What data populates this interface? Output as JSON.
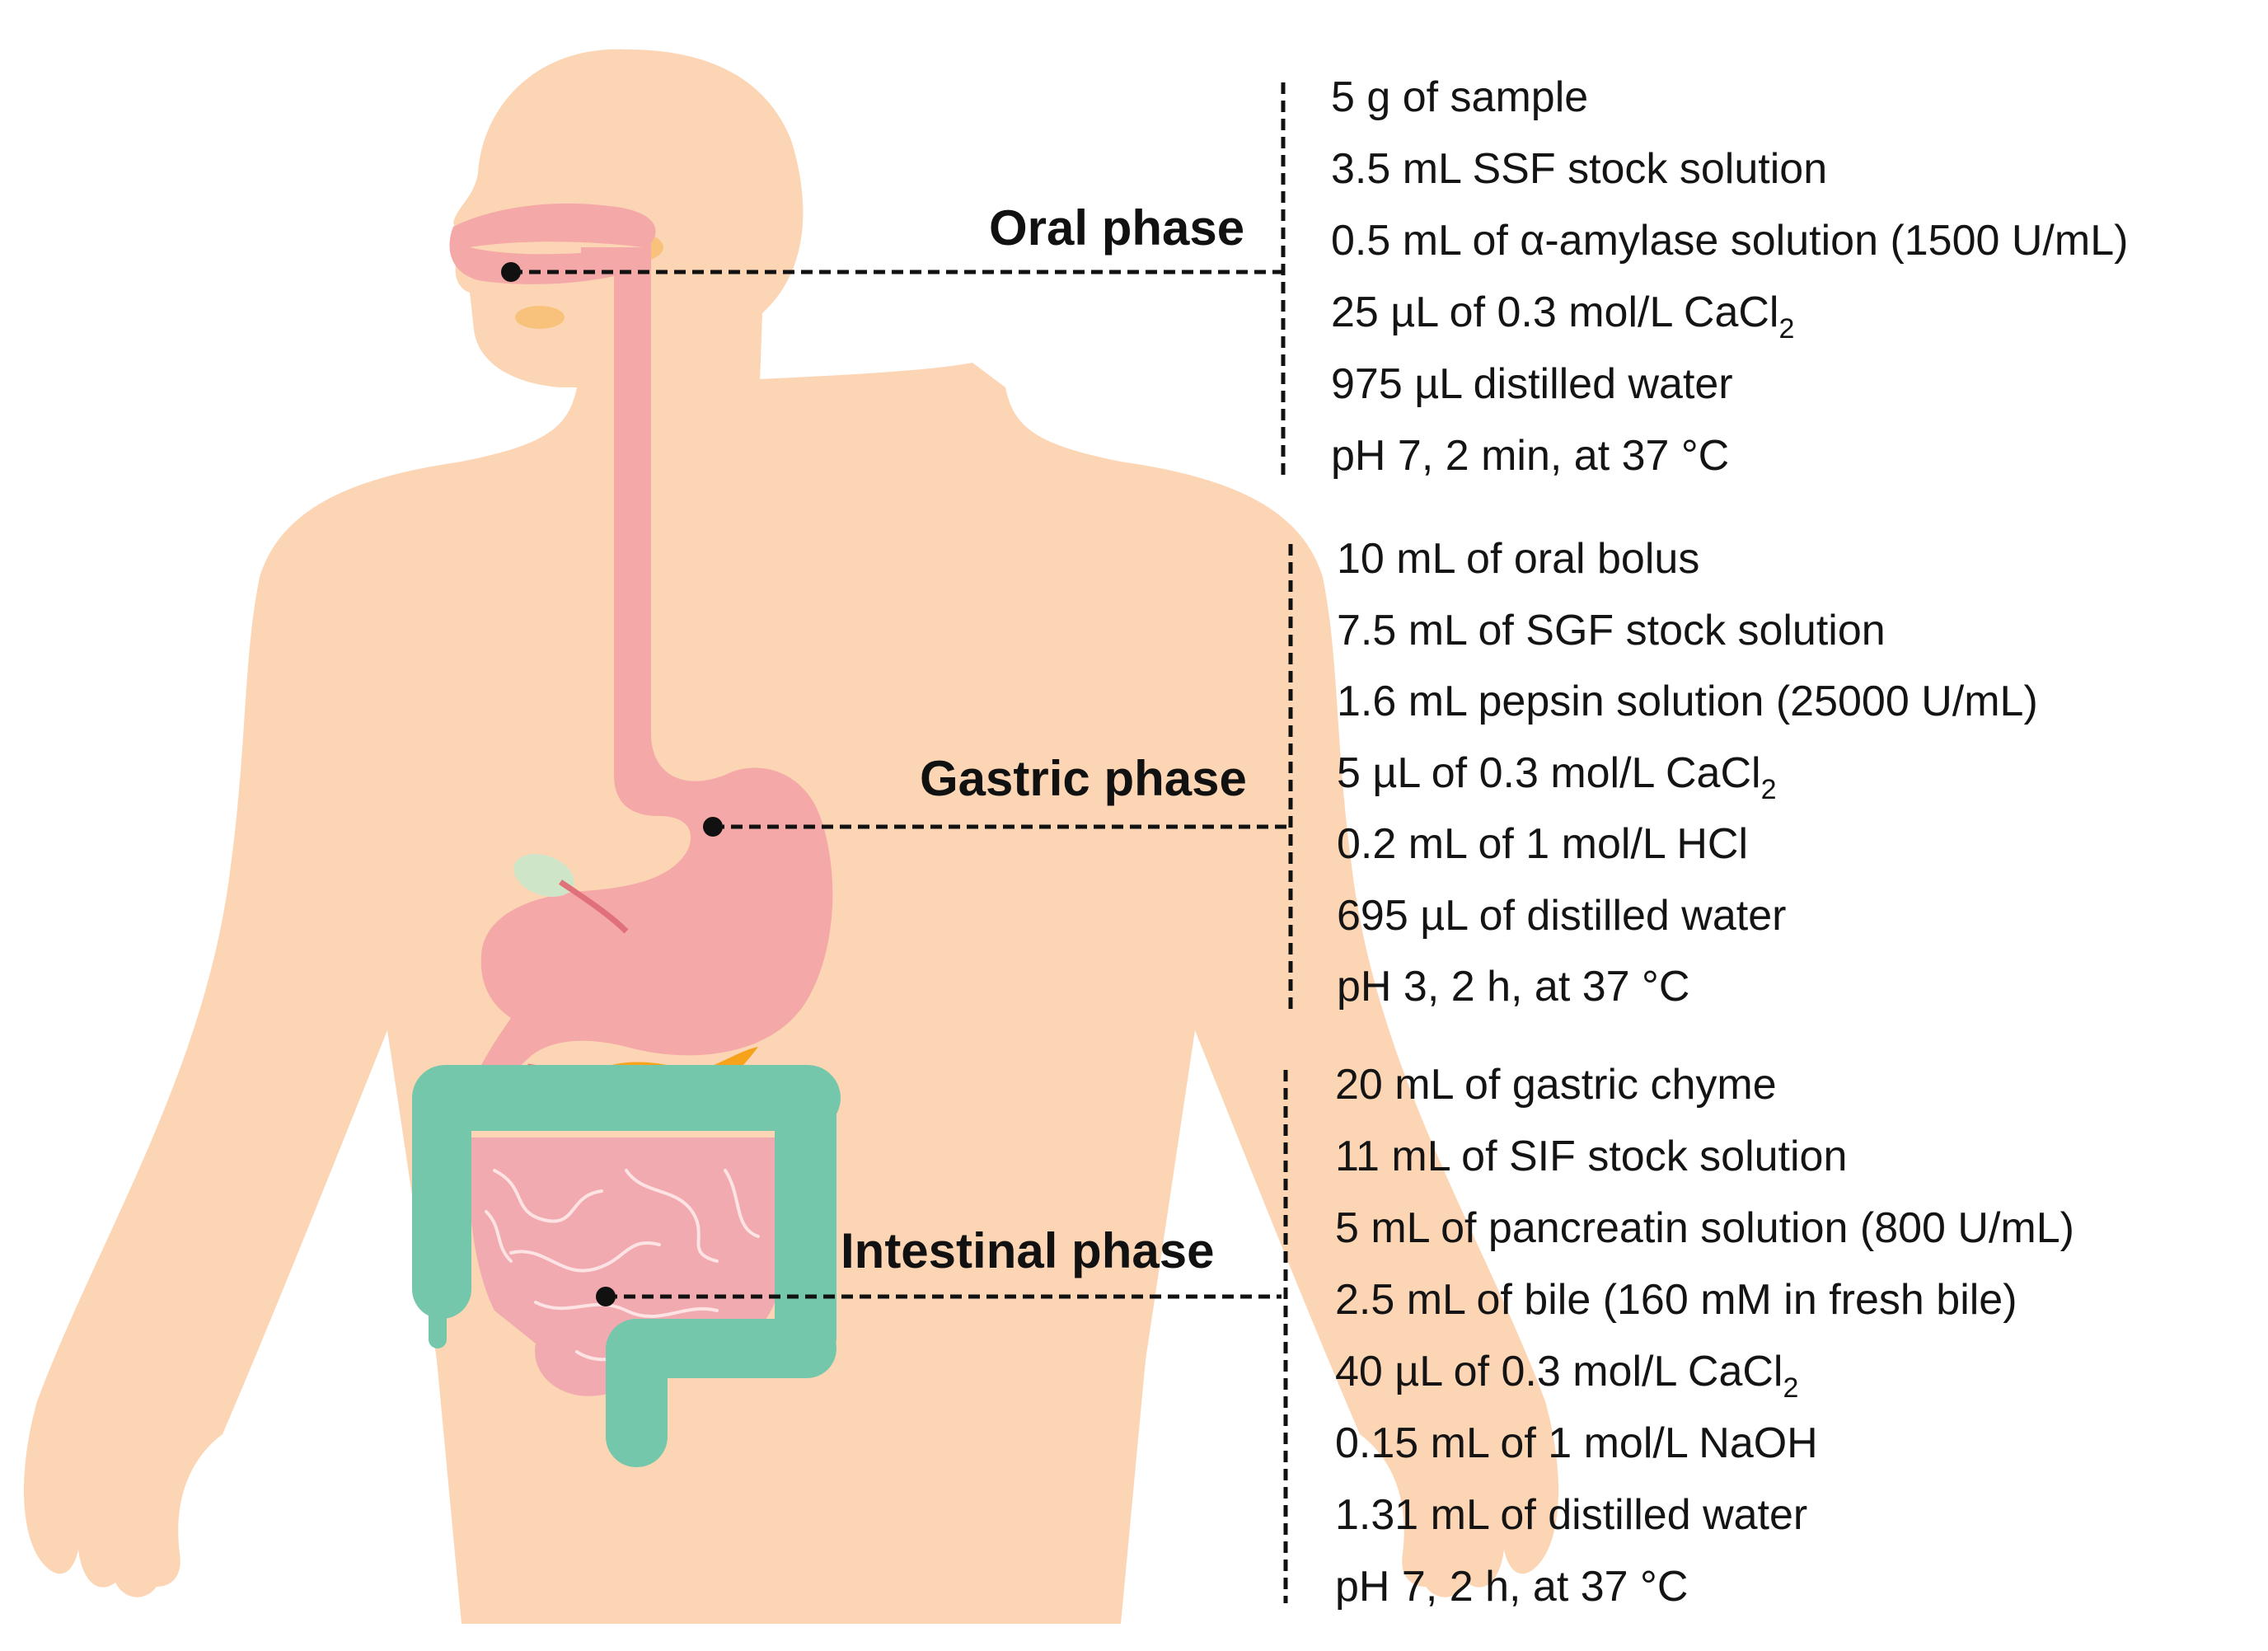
{
  "figure": {
    "colors": {
      "skin": "#fcd5b5",
      "digestive_tract": "#f4a9a8",
      "small_intestine": "#f1aab0",
      "large_intestine": "#74c7ab",
      "gland": "#f9c27c",
      "pancreas": "#f6a21a",
      "gallbladder": "#cfe5c8",
      "leader_line": "#111111"
    },
    "phases": [
      {
        "id": "oral",
        "label": "Oral phase",
        "steps": [
          {
            "text": "5 g of sample"
          },
          {
            "text": "3.5 mL SSF stock solution"
          },
          {
            "text": "0.5 mL of α-amylase solution (1500 U/mL)"
          },
          {
            "text": "25 µL of 0.3 mol/L CaCl",
            "sub": "2"
          },
          {
            "text": "975 µL distilled water"
          },
          {
            "text": "pH 7, 2 min, at 37 °C"
          }
        ]
      },
      {
        "id": "gastric",
        "label": "Gastric phase",
        "steps": [
          {
            "text": "10 mL of oral bolus"
          },
          {
            "text": "7.5 mL of SGF stock solution"
          },
          {
            "text": "1.6 mL pepsin solution (25000 U/mL)"
          },
          {
            "text": "5 µL of 0.3 mol/L CaCl",
            "sub": "2"
          },
          {
            "text": "0.2 mL of 1 mol/L HCl"
          },
          {
            "text": "695 µL of distilled water"
          },
          {
            "text": "pH 3, 2 h, at 37 °C"
          }
        ]
      },
      {
        "id": "intestinal",
        "label": "Intestinal phase",
        "steps": [
          {
            "text": "20 mL of gastric chyme"
          },
          {
            "text": "11 mL of SIF stock solution"
          },
          {
            "text": "5 mL of pancreatin solution (800 U/mL)"
          },
          {
            "text": "2.5 mL of bile (160 mM in fresh bile)"
          },
          {
            "text": "40 µL of 0.3 mol/L CaCl",
            "sub": "2"
          },
          {
            "text": "0.15 mL of 1 mol/L NaOH"
          },
          {
            "text": "1.31 mL of distilled water"
          },
          {
            "text": "pH 7, 2 h, at 37 °C"
          }
        ]
      }
    ]
  }
}
